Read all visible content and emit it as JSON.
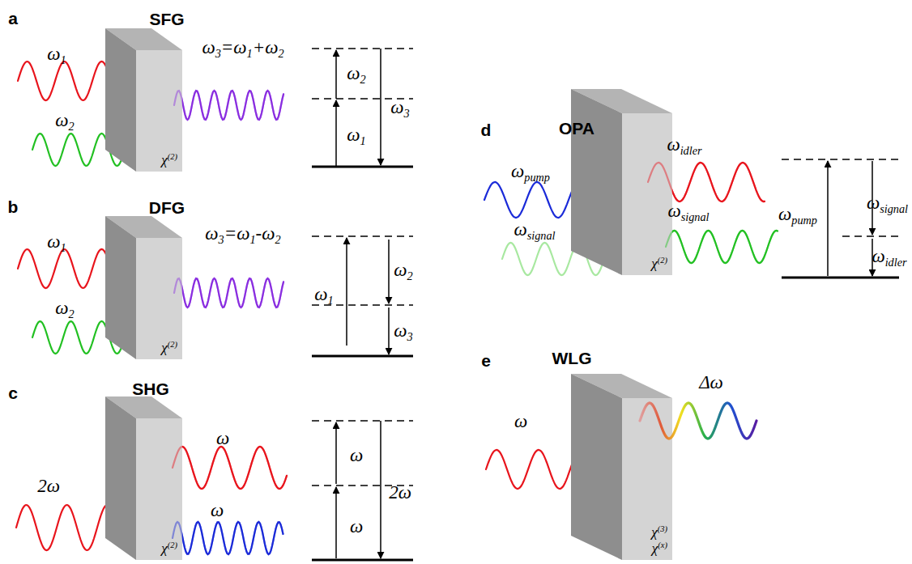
{
  "diagram": {
    "nodes": [
      {
        "text": [
          "χ(2)"
        ]
      },
      {
        "text": [
          "χ(2)"
        ]
      },
      {
        "text": [
          "χ(2)"
        ]
      },
      {
        "text": [
          "χ(2)"
        ]
      },
      {
        "text": [
          "χ(3)",
          "χ(x)"
        ]
      }
    ],
    "labels": [
      "a",
      "SFG",
      "ω1",
      "ω2",
      "ω3=ω1+ω2",
      "ω2",
      "ω1",
      "ω3",
      "b",
      "DFG",
      "ω1",
      "ω2",
      "ω3=ω1-ω2",
      "ω1",
      "ω2",
      "ω3",
      "c",
      "SHG",
      "ω",
      "ω",
      "2ω",
      "ω",
      "ω",
      "2ω",
      "d",
      "OPA",
      "ωpump",
      "ωsignal",
      "ωidler",
      "ωsignal",
      "ωpump",
      "ωsignal",
      "ωidler",
      "e",
      "WLG",
      "ω",
      "Δω"
    ]
  }
}
